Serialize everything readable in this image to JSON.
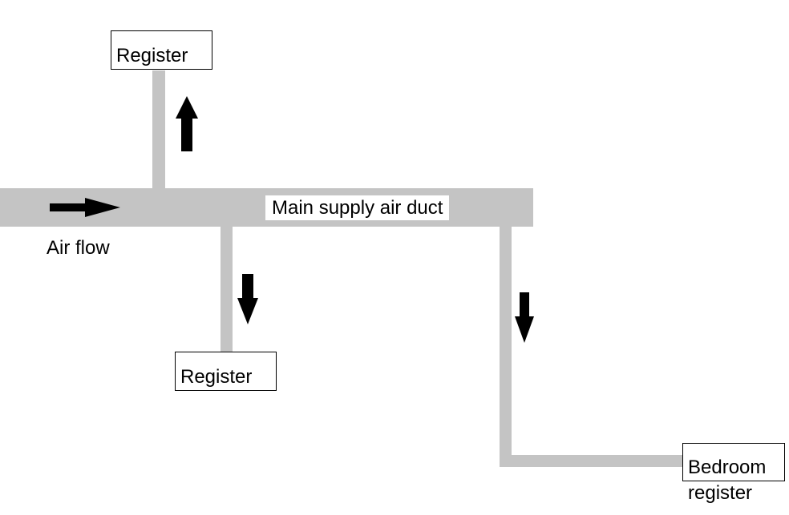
{
  "labels": {
    "main_duct": "Main supply air duct",
    "air_flow": "Air flow",
    "register_top": "Register",
    "register_bottom": "Register",
    "bedroom_register_line1": "Bedroom",
    "bedroom_register_line2": "register"
  },
  "icons": {
    "flow_right": "arrow-right-icon",
    "flow_up": "arrow-up-icon",
    "flow_down": "arrow-down-icon"
  },
  "colors": {
    "duct": "#c4c4c4",
    "arrow": "#000000",
    "box_border": "#000000",
    "background": "#ffffff"
  }
}
